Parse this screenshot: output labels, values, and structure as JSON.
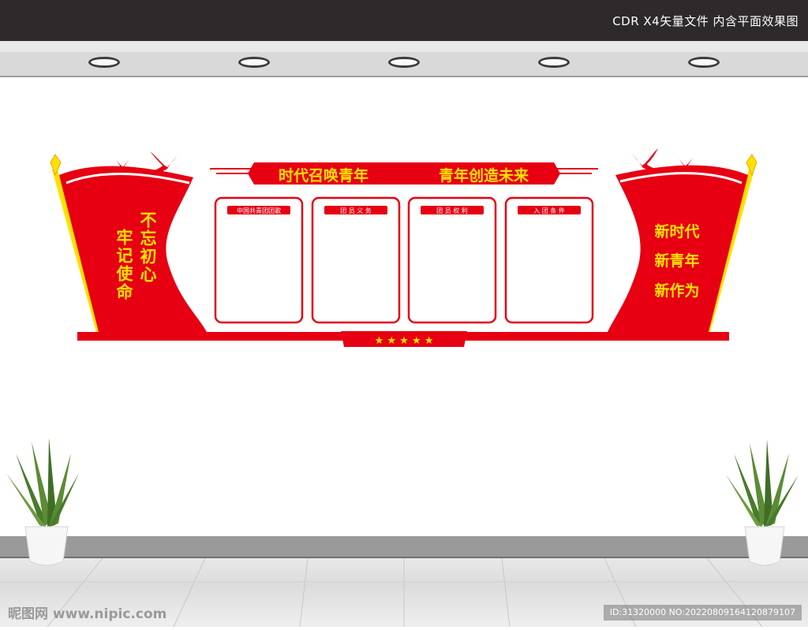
{
  "header": {
    "title": "CDR X4矢量文件  内含平面效果图"
  },
  "board": {
    "title_left": "时代召唤青年",
    "title_right": "青年创造未来",
    "left_slogan_line1": "不忘初心",
    "left_slogan_line2": "牢记使命",
    "right_slogan": [
      "新时代",
      "新青年",
      "新作为"
    ],
    "panels": [
      {
        "label": "中国共青团团歌"
      },
      {
        "label": "团 员 义 务"
      },
      {
        "label": "团 员 权 利"
      },
      {
        "label": "入 团 条 件"
      }
    ],
    "stars": "★ ★ ★ ★ ★"
  },
  "footer": {
    "watermark_left": "昵图网 www.nipic.com",
    "watermark_right": "ID:31320000 NO:20220809164120879107"
  },
  "colors": {
    "red": "#e60012",
    "yellow": "#ffe100",
    "dark": "#2e2a2b"
  }
}
